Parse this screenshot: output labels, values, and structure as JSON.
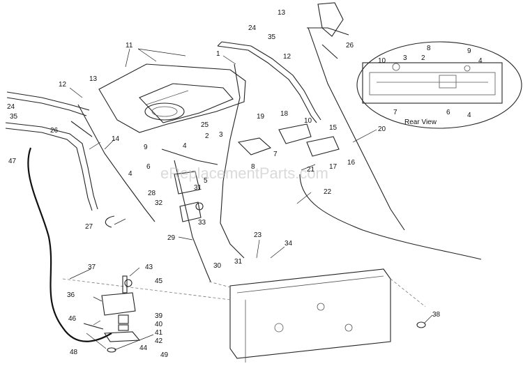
{
  "watermark": "eReplacementParts.com",
  "rear_view": {
    "title": "Rear View",
    "labels": [
      "10",
      "3",
      "2",
      "8",
      "9",
      "4",
      "7",
      "6",
      "4"
    ]
  },
  "callouts": [
    "13",
    "24",
    "35",
    "12",
    "26",
    "1",
    "11",
    "12",
    "13",
    "24",
    "35",
    "26",
    "14",
    "47",
    "19",
    "18",
    "10",
    "15",
    "20",
    "25",
    "2",
    "3",
    "4",
    "9",
    "6",
    "7",
    "8",
    "21",
    "16",
    "17",
    "5",
    "4",
    "31",
    "28",
    "22",
    "32",
    "33",
    "27",
    "29",
    "23",
    "34",
    "31",
    "30",
    "37",
    "43",
    "45",
    "36",
    "39",
    "40",
    "41",
    "46",
    "42",
    "44",
    "48",
    "49",
    "38"
  ]
}
